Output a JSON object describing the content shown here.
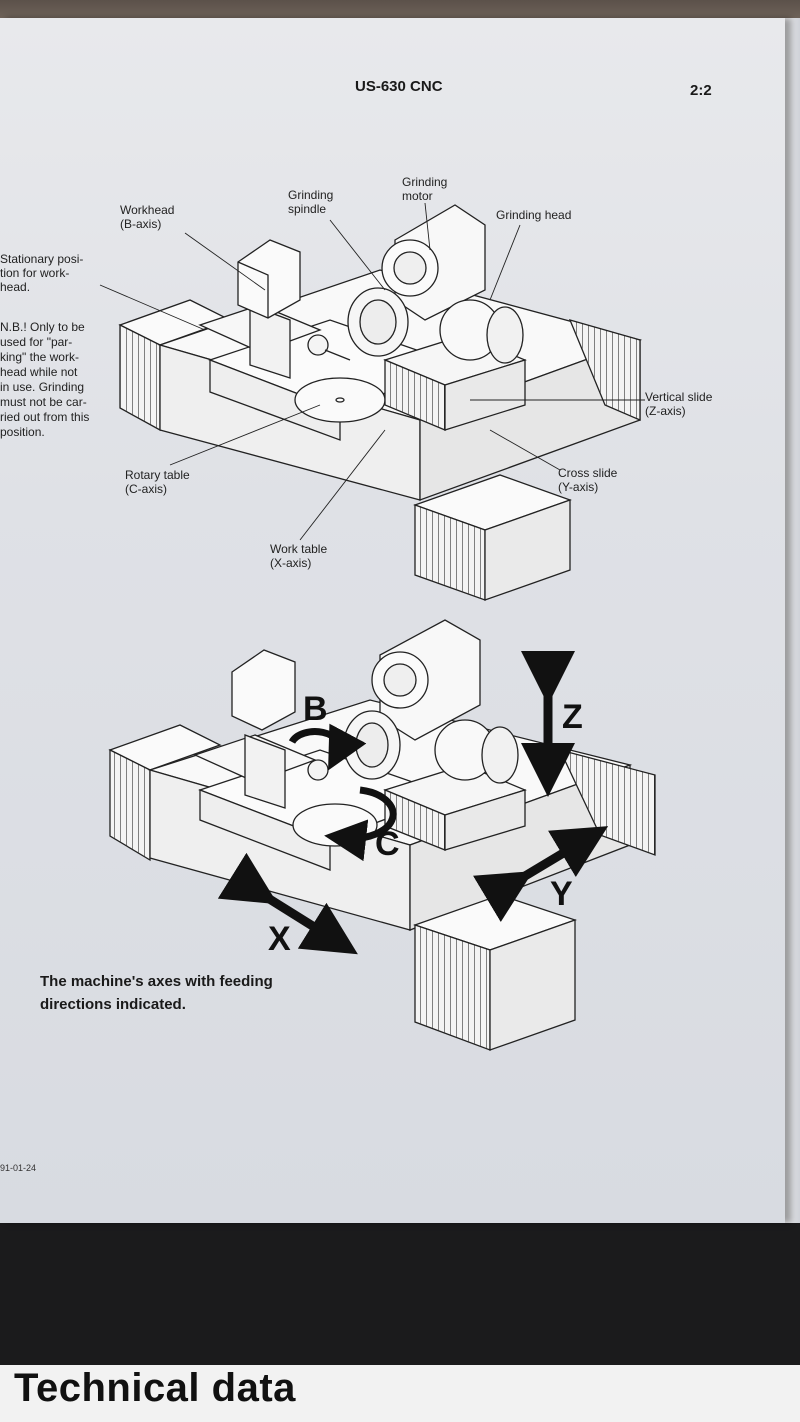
{
  "header": {
    "title": "US-630 CNC",
    "page": "2:2"
  },
  "labels": {
    "workhead": "Workhead\n(B-axis)",
    "grinding_spindle": "Grinding\nspindle",
    "grinding_motor": "Grinding\nmotor",
    "grinding_head": "Grinding head",
    "stationary": "Stationary posi-\ntion for work-\nhead.",
    "note": "N.B.! Only to be\nused for \"par-\nking\" the work-\nhead while not\nin use. Grinding\nmust not be car-\nried out from this\nposition.",
    "vertical_slide": "Vertical slide\n(Z-axis)",
    "rotary_table": "Rotary table\n(C-axis)",
    "cross_slide": "Cross slide\n(Y-axis)",
    "work_table": "Work table\n(X-axis)"
  },
  "axes": {
    "b": "B",
    "z": "Z",
    "c": "C",
    "y": "Y",
    "x": "X"
  },
  "caption": "The machine's axes with feeding directions indicated.",
  "doc_code": "91-01-24",
  "bottom_title": "Technical data"
}
